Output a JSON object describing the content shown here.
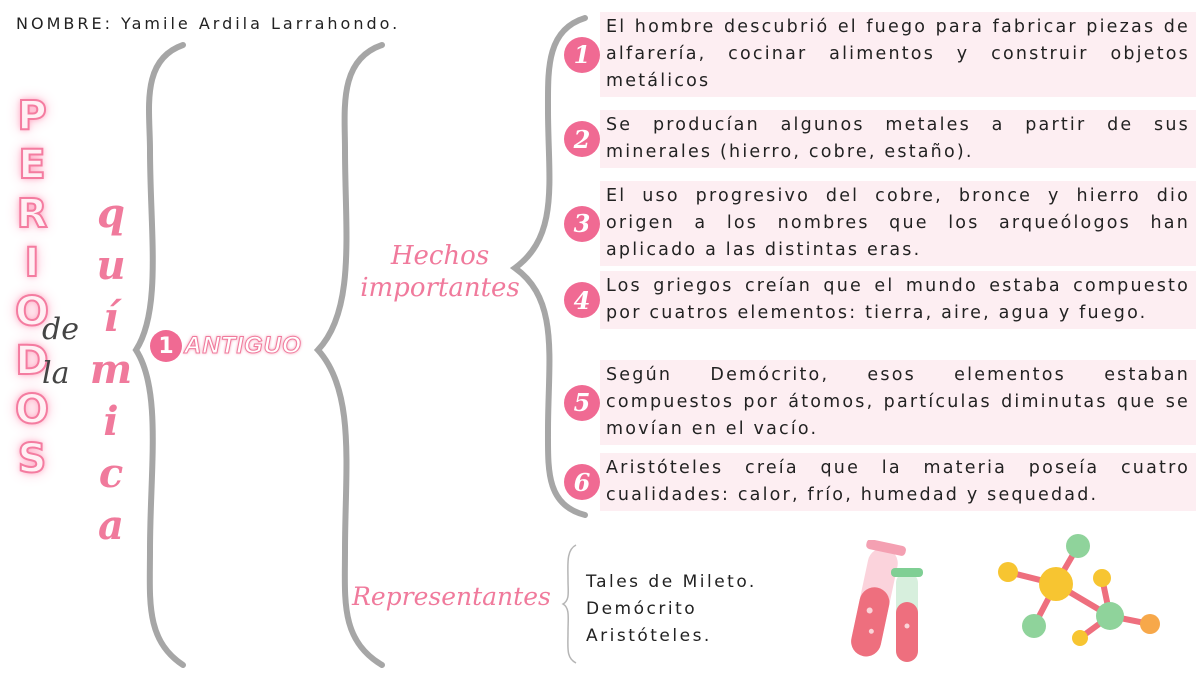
{
  "student": {
    "name_line": "NOMBRE: Yamile Ardila Larrahondo."
  },
  "title": {
    "periodos_letters": [
      "P",
      "E",
      "R",
      "I",
      "O",
      "D",
      "O",
      "S"
    ],
    "de": "de",
    "la": "la",
    "quimica_letters": [
      "q",
      "u",
      "í",
      "m",
      "i",
      "c",
      "a"
    ]
  },
  "period": {
    "number": "1",
    "label": "ANTIGUO"
  },
  "sections": {
    "hechos": [
      "Hechos",
      "importantes"
    ],
    "representantes": "Representantes"
  },
  "facts": [
    {
      "number": "1",
      "text": "El hombre descubrió el fuego para fabricar piezas de alfarería, cocinar alimentos y construir objetos metálicos"
    },
    {
      "number": "2",
      "text": "Se producían algunos metales a partir de sus minerales (hierro, cobre, estaño)."
    },
    {
      "number": "3",
      "text": "El uso progresivo del cobre, bronce y hierro dio origen a los nombres que los arqueólogos han aplicado a las distintas eras."
    },
    {
      "number": "4",
      "text": "Los griegos creían que el mundo estaba compuesto por cuatros elementos: tierra, aire, agua y fuego."
    },
    {
      "number": "5",
      "text": "Según Demócrito, esos elementos estaban compuestos por átomos, partículas diminutas que se movían en el vacío."
    },
    {
      "number": "6",
      "text": "Aristóteles creía que la materia poseía cuatro cualidades: calor, frío, humedad y sequedad."
    }
  ],
  "representatives": [
    "Tales de Mileto.",
    "Demócrito",
    "Aristóteles."
  ],
  "colors": {
    "pink": "#f06a93",
    "light_pink": "#fdeef2",
    "brace_gray": "#a6a6a6",
    "neon_pink": "#f47ca0"
  },
  "icons": [
    "test-tubes-icon",
    "molecule-icon"
  ]
}
